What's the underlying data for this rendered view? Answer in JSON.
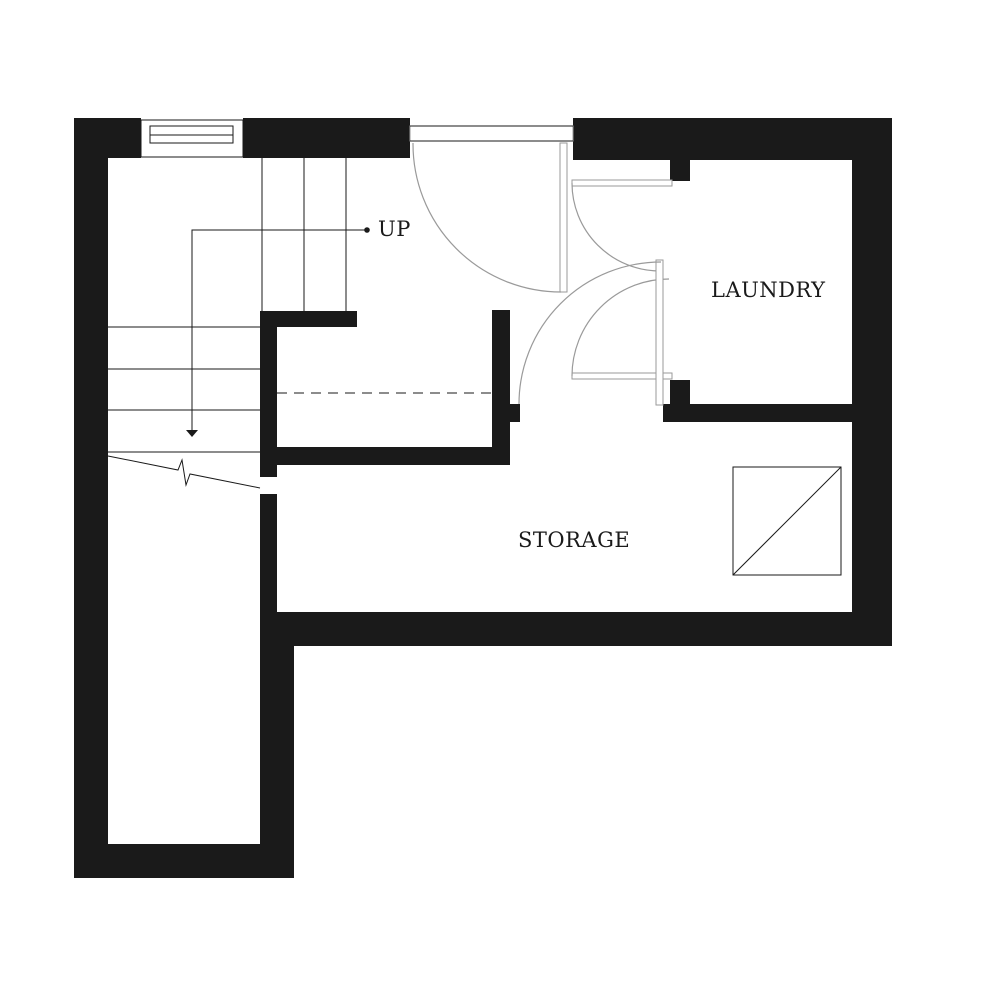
{
  "rooms": {
    "laundry": "LAUNDRY",
    "storage": "STORAGE"
  },
  "stairs": {
    "direction_label": "UP"
  },
  "colors": {
    "wall": "#1a1a1a",
    "door_swing": "#9a9a9a",
    "background": "#ffffff"
  }
}
